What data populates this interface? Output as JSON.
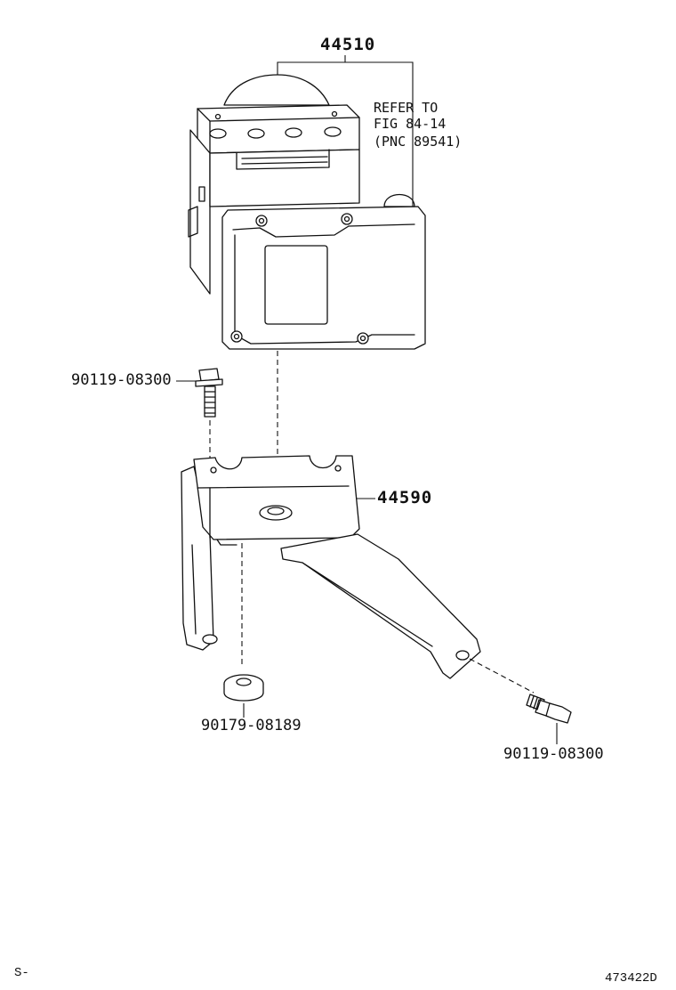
{
  "parts": {
    "abs_actuator": "44510",
    "bracket": "44590",
    "bolt_upper": "90119-08300",
    "bolt_lower": "90119-08300",
    "cushion": "90179-08189"
  },
  "reference_note": {
    "line1": "REFER TO",
    "line2": "FIG 84-14",
    "line3": "(PNC 89541)"
  },
  "corner": {
    "left": "S-",
    "right": "473422D"
  }
}
